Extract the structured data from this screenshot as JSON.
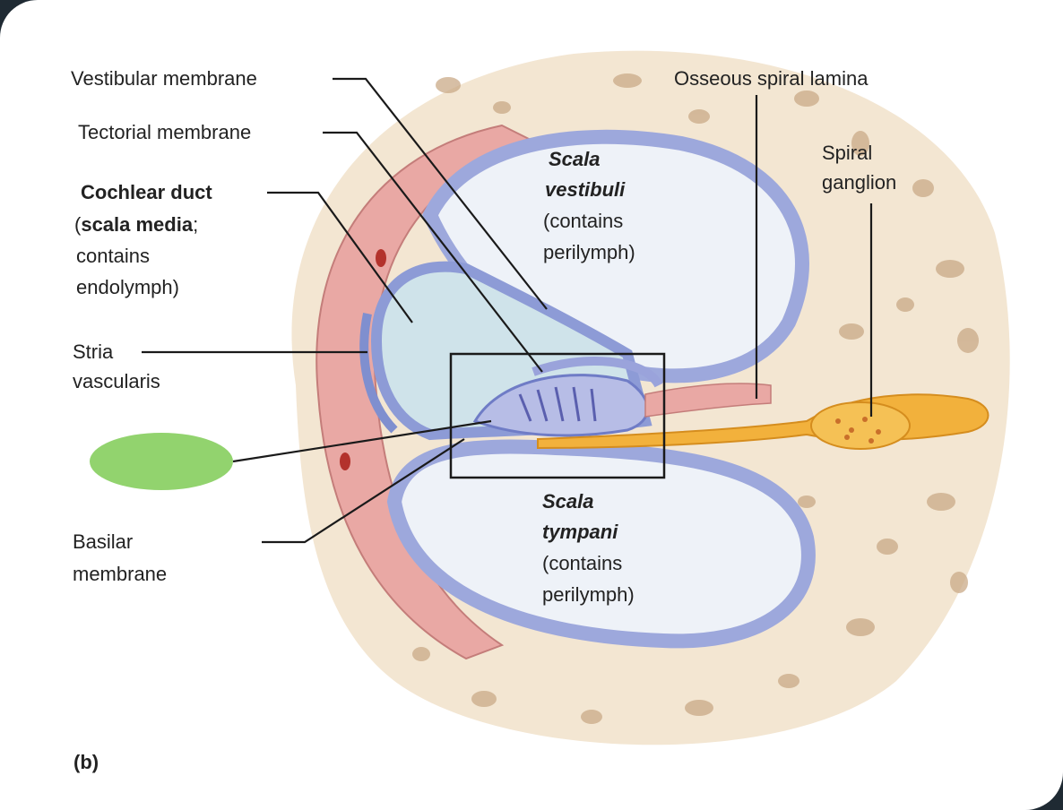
{
  "labels": {
    "vestibular_membrane": "Vestibular membrane",
    "tectorial_membrane": "Tectorial membrane",
    "cochlear_duct": "Cochlear duct",
    "scala_media_open": "(",
    "scala_media": "scala media",
    "scala_media_close": ";",
    "contains": "contains",
    "endolymph": "endolymph)",
    "stria": "Stria",
    "vascularis": "vascularis",
    "basilar": "Basilar",
    "membrane": "membrane",
    "osseous_spiral_lamina": "Osseous spiral lamina",
    "spiral": "Spiral",
    "ganglion": "ganglion",
    "scala_vestibuli_1": "Scala",
    "scala_vestibuli_2": "vestibuli",
    "scala_vestibuli_3": "(contains",
    "scala_vestibuli_4": "perilymph)",
    "scala_tympani_1": "Scala",
    "scala_tympani_2": "tympani",
    "scala_tympani_3": "(contains",
    "scala_tympani_4": "perilymph)",
    "panel": "(b)"
  },
  "colors": {
    "bone": "#f3e6d2",
    "bone_hole": "#c9a987",
    "tissue_pink": "#e9a8a4",
    "membrane_blue": "#9da8dc",
    "cavity": "#eef2f8",
    "nerve": "#f2b13c",
    "mask_green": "#92d36e"
  }
}
